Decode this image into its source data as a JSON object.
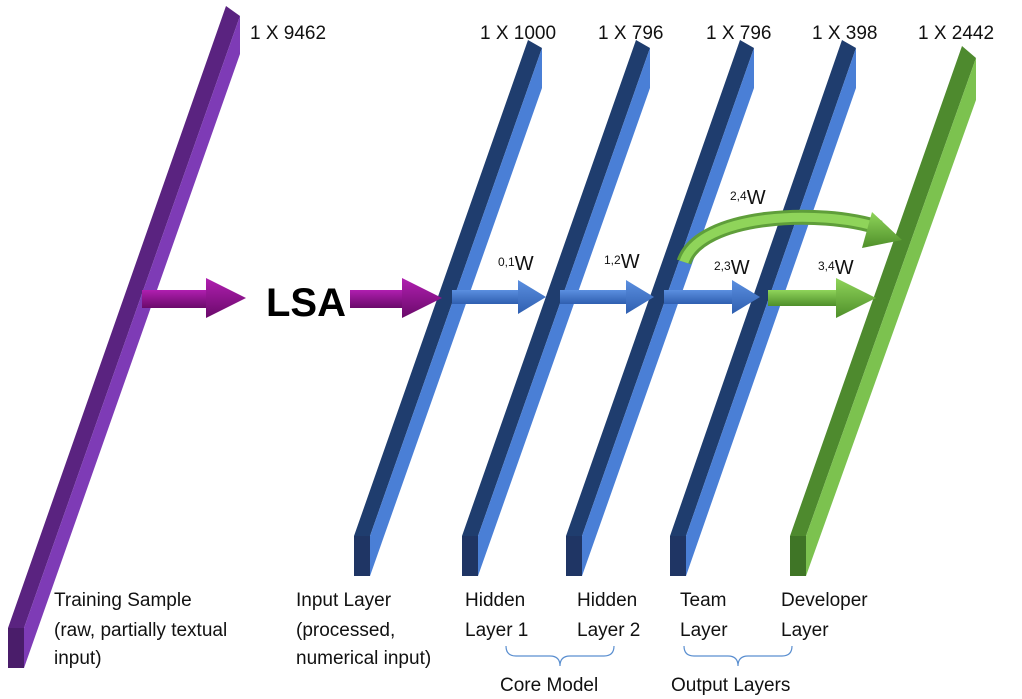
{
  "layers": [
    {
      "dimension": "1 X 9462",
      "label_lines": [
        "Training Sample",
        "(raw, partially textual",
        "input)"
      ],
      "color": "#7030a0"
    },
    {
      "dimension": "1 X 1000",
      "label_lines": [
        "Input  Layer",
        "(processed,",
        "numerical input)"
      ],
      "color": "#4472c4"
    },
    {
      "dimension": "1 X 796",
      "label_lines": [
        "Hidden",
        "Layer 1"
      ],
      "color": "#4472c4"
    },
    {
      "dimension": "1 X 796",
      "label_lines": [
        "Hidden",
        "Layer 2"
      ],
      "color": "#4472c4"
    },
    {
      "dimension": "1 X 398",
      "label_lines": [
        "Team",
        "Layer"
      ],
      "color": "#4472c4"
    },
    {
      "dimension": "1 X 2442",
      "label_lines": [
        "Developer",
        "Layer"
      ],
      "color": "#70ad47"
    }
  ],
  "lsa_label": "LSA",
  "weights": [
    {
      "sup": "0,1",
      "main": "W"
    },
    {
      "sup": "1,2",
      "main": "W"
    },
    {
      "sup": "2,3",
      "main": "W"
    },
    {
      "sup": "3,4",
      "main": "W"
    },
    {
      "sup": "2,4",
      "main": "W"
    }
  ],
  "groups": [
    {
      "label": "Core Model"
    },
    {
      "label": "Output Layers"
    }
  ]
}
